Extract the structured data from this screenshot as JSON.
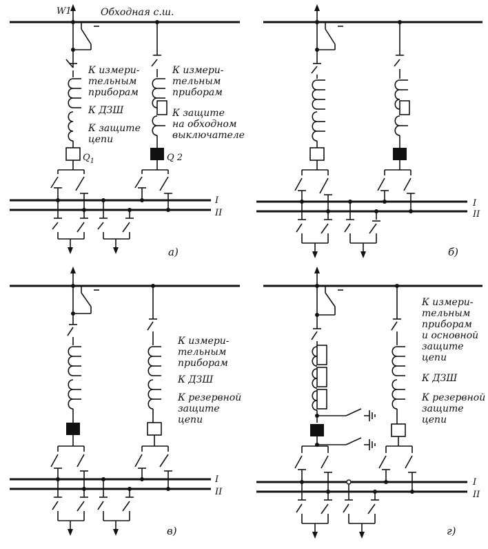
{
  "labels": {
    "w1": "W1",
    "bypass_bus": "Обходная с.ш.",
    "q1": "Q",
    "q1_sub": "1",
    "q2": "Q 2",
    "bus1": "I",
    "bus2": "II",
    "caption_a": "а)",
    "caption_b": "б)",
    "caption_v": "в)",
    "caption_g": "г)"
  },
  "notes": {
    "a_left": [
      "К измери-",
      "тельным",
      "приборам",
      "К ДЗШ",
      "К защите",
      "цепи"
    ],
    "a_right": [
      "К измери-",
      "тельным",
      "приборам",
      "К защите",
      "на обходном",
      "выключателе"
    ],
    "v_right": [
      "К измери-",
      "тельным",
      "приборам",
      "К ДЗШ",
      "К резервной",
      "защите",
      "цепи"
    ],
    "g_right": [
      "К измери-",
      "тельным",
      "приборам",
      "и основной",
      "защите",
      "цепи",
      "К ДЗШ",
      "К резервной",
      "защите",
      "цепи"
    ]
  },
  "colors": {
    "ink": "#111111",
    "background": "#ffffff"
  }
}
